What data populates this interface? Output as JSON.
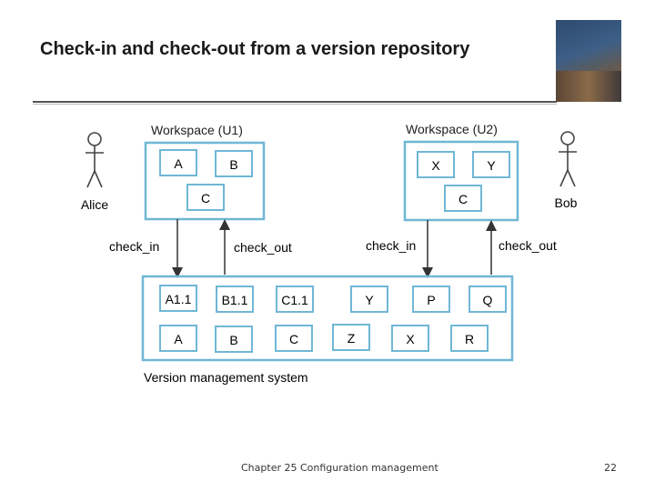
{
  "slide": {
    "title": "Check-in and check-out from a version repository",
    "footer": "Chapter 25 Configuration management",
    "page_number": "22"
  },
  "diagram": {
    "workspace_u1": {
      "label": "Workspace (U1)",
      "items": [
        "A",
        "B",
        "C"
      ]
    },
    "workspace_u2": {
      "label": "Workspace (U2)",
      "items": [
        "X",
        "Y",
        "C"
      ]
    },
    "actors": {
      "alice": "Alice",
      "bob": "Bob"
    },
    "arrows": {
      "check_in": "check_in",
      "check_out": "check_out"
    },
    "repository": {
      "label": "Version management system",
      "row1": [
        "A1.1",
        "B1.1",
        "C1.1",
        "Y",
        "P",
        "Q"
      ],
      "row2": [
        "A",
        "B",
        "C",
        "Z",
        "X",
        "R"
      ]
    }
  },
  "colors": {
    "accent": "#6fb7d6",
    "box_border": "#6fb7d6",
    "line": "#333333"
  }
}
